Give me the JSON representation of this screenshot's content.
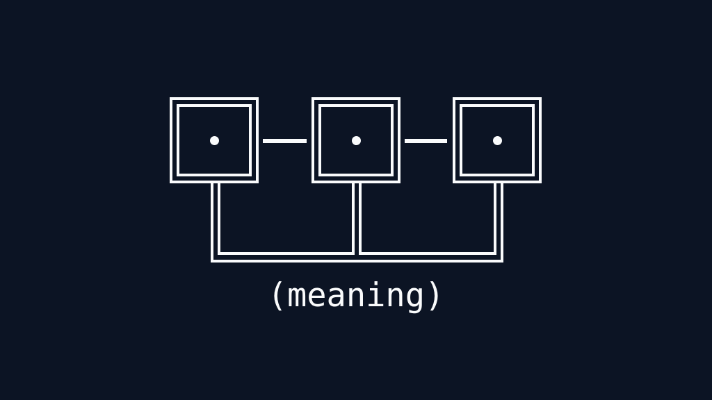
{
  "canvas": {
    "background": "#0c1424",
    "stroke": "#fafbfc"
  },
  "diagram": {
    "boxes": [
      {
        "name": "symbol-box-1",
        "icon": "dot-icon",
        "label": ""
      },
      {
        "name": "symbol-box-2",
        "icon": "dot-icon",
        "label": ""
      },
      {
        "name": "symbol-box-3",
        "icon": "dot-icon",
        "label": ""
      }
    ],
    "links": [
      {
        "name": "link-box1-box2"
      },
      {
        "name": "link-box2-box3"
      }
    ],
    "bracket": {
      "name": "shared-meaning-bracket"
    },
    "caption": "(meaning)"
  }
}
